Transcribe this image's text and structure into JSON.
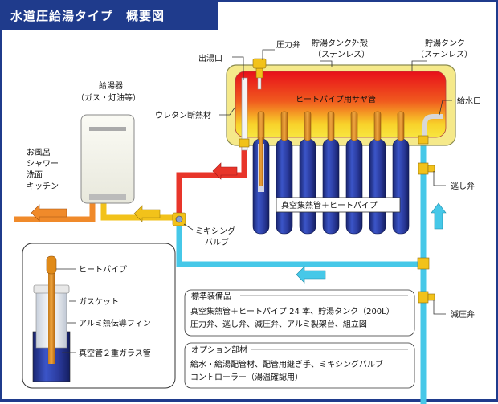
{
  "title": "水道圧給湯タイプ　概要図",
  "labels": {
    "pressure_valve": "圧力弁",
    "outlet": "出湯口",
    "tank_shell_1": "貯湯タンク外殻",
    "tank_shell_2": "（ステンレス）",
    "tank_1": "貯湯タンク",
    "tank_2": "（ステンレス）",
    "inlet": "給水口",
    "heat_pipe_sleeve": "ヒートパイプ用サヤ管",
    "urethan": "ウレタン断熱材",
    "heater_1": "給湯器",
    "heater_2": "（ガス・灯油等）",
    "uses": [
      "お風呂",
      "シャワー",
      "洗面",
      "キッチン"
    ],
    "vacuum_tubes": "真空集熱管＋ヒートパイプ",
    "relief_valve": "逃し弁",
    "mixing_1": "ミキシング",
    "mixing_2": "バルブ",
    "reducing_valve": "減圧弁"
  },
  "inset": {
    "heat_pipe": "ヒートパイプ",
    "gasket": "ガスケット",
    "fin": "アルミ熱伝導フィン",
    "tube": "真空管２重ガラス管"
  },
  "standard": {
    "heading": "標準装備品",
    "line1": "真空集熱管＋ヒートパイプ 24 本、貯湯タンク（200L）",
    "line2": "圧力弁、逃し弁、減圧弁、アルミ製架台、組立図"
  },
  "options": {
    "heading": "オプション部材",
    "line1": "給水・給湯配管材、配管用継ぎ手、ミキシングバルブ",
    "line2": "コントローラー（湯温確認用）"
  },
  "colors": {
    "frame": "#1f3b8c",
    "hot_pipe": "#e8352a",
    "warm_pipe": "#f2c21a",
    "cold_pipe": "#46c8e8",
    "out_pipe": "#f08a2a",
    "tube": "#2a3a8c",
    "insulation": "#f5e98a"
  }
}
